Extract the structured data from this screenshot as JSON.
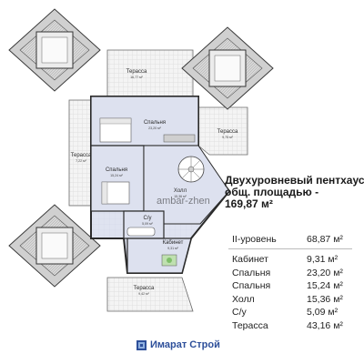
{
  "rooms": {
    "terrace_top": {
      "name": "Терасса",
      "area": "16,77 м²"
    },
    "bedroom_top": {
      "name": "Спальня",
      "area": "23,20 м²"
    },
    "terrace_right": {
      "name": "Терасса",
      "area": "9,75 м²"
    },
    "terrace_left": {
      "name": "Терасса",
      "area": "7,22 м²"
    },
    "bedroom_left": {
      "name": "Спальня",
      "area": "15,24 м²"
    },
    "hall": {
      "name": "Холл",
      "area": "15,36 м²"
    },
    "bathroom": {
      "name": "С/у",
      "area": "5,09 м²"
    },
    "office": {
      "name": "Кабинет",
      "area": "9,31 м²"
    },
    "terrace_bottom": {
      "name": "Терасса",
      "area": "9,42 м²"
    }
  },
  "watermark": "ambar-zhen",
  "title": {
    "line1": "Двухуровневый пентхаус",
    "line2": "общ. площадью -",
    "line3": "169,87 м²"
  },
  "spec": {
    "level": {
      "label": "II-уровень",
      "value": "68,87 м²"
    },
    "rows": [
      {
        "label": "Кабинет",
        "value": "9,31 м²"
      },
      {
        "label": "Спальня",
        "value": "23,20 м²"
      },
      {
        "label": "Спальня",
        "value": "15,24 м²"
      },
      {
        "label": "Холл",
        "value": "15,36 м²"
      },
      {
        "label": "С/у",
        "value": "5,09 м²"
      },
      {
        "label": "Терасса",
        "value": "43,16 м²"
      }
    ]
  },
  "brand": {
    "name": "Имарат Строй"
  },
  "colors": {
    "room_fill": "#dde1ef",
    "terrace_fill": "#f3f3f3",
    "wall": "#2a2a2a",
    "roof_light": "#e6e6e6",
    "roof_dark": "#bcbcbc",
    "brand": "#2d4f9a"
  }
}
